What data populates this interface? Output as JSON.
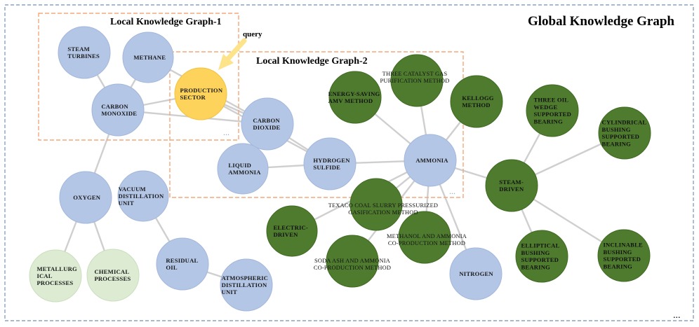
{
  "titles": {
    "global": "Global Knowledge Graph",
    "local1": "Local Knowledge Graph-1",
    "local2": "Local Knowledge Graph-2",
    "query": "query"
  },
  "ellipses": {
    "local1": "...",
    "local2": "...",
    "global": "..."
  },
  "colors": {
    "global_border": "#8aa2c0",
    "local_border": "#f4a97a",
    "edge": "#cfcfcf",
    "node_blue": "#b4c6e6",
    "node_orange": "#fdd35b",
    "node_green_dark": "#4f7b2f",
    "node_green_light": "#dcebd2",
    "query_arrow": "#fde48a"
  },
  "nodes": [
    {
      "id": "steam-turbines",
      "lines": [
        "STEAM",
        "TURBINES"
      ],
      "color": "blue"
    },
    {
      "id": "methane",
      "lines": [
        "METHANE"
      ],
      "color": "blue"
    },
    {
      "id": "carbon-monoxide",
      "lines": [
        "CARBON",
        "MONOXIDE"
      ],
      "color": "blue"
    },
    {
      "id": "production-sector",
      "lines": [
        "PRODUCTION",
        "SECTOR"
      ],
      "color": "orange"
    },
    {
      "id": "carbon-dioxide",
      "lines": [
        "CARBON",
        "DIOXIDE"
      ],
      "color": "blue"
    },
    {
      "id": "liquid-ammonia",
      "lines": [
        "LIQUID",
        "AMMONIA"
      ],
      "color": "blue"
    },
    {
      "id": "hydrogen-sulfide",
      "lines": [
        "HYDROGEN",
        "SULFIDE"
      ],
      "color": "blue"
    },
    {
      "id": "ammonia",
      "lines": [
        "AMMONIA"
      ],
      "color": "blue"
    },
    {
      "id": "oxygen",
      "lines": [
        "OXYGEN"
      ],
      "color": "blue"
    },
    {
      "id": "vacuum-distillation-unit",
      "lines": [
        "VACUUM",
        "DISTILLATION",
        "UNIT"
      ],
      "color": "blue"
    },
    {
      "id": "residual-oil",
      "lines": [
        "RESIDUAL",
        "OIL"
      ],
      "color": "blue"
    },
    {
      "id": "atmospheric-distillation-unit",
      "lines": [
        "ATMOSPHERIC",
        "DISTILLATION",
        "UNIT"
      ],
      "color": "blue"
    },
    {
      "id": "nitrogen",
      "lines": [
        "NITROGEN"
      ],
      "color": "blue"
    },
    {
      "id": "metallurgical-processes",
      "lines": [
        "METALLURG",
        "ICAL",
        "PROCESSES"
      ],
      "color": "light"
    },
    {
      "id": "chemical-processes",
      "lines": [
        "CHEMICAL",
        "PROCESSES"
      ],
      "color": "light"
    },
    {
      "id": "energy-saving-amv",
      "lines": [
        "ENERGY-SAVING",
        "AMV METHOD"
      ],
      "color": "green"
    },
    {
      "id": "three-catalyst",
      "lines": [],
      "color": "green"
    },
    {
      "id": "kellogg",
      "lines": [
        "KELLOGG",
        "METHOD"
      ],
      "color": "green"
    },
    {
      "id": "three-oil-wedge",
      "lines": [
        "THREE OIL",
        "WEDGE",
        "SUPPORTED",
        "BEARING"
      ],
      "color": "green"
    },
    {
      "id": "cylindrical-bushing",
      "lines": [
        "CYLINDRICAL",
        "BUSHING",
        "SUPPORTED",
        "BEARING"
      ],
      "color": "green"
    },
    {
      "id": "steam-driven",
      "lines": [
        "STEAM-",
        "DRIVEN"
      ],
      "color": "green"
    },
    {
      "id": "texaco",
      "lines": [],
      "color": "green"
    },
    {
      "id": "electric-driven",
      "lines": [
        "ELECTRIC-",
        "DRIVEN"
      ],
      "color": "green"
    },
    {
      "id": "methanol-ammonia",
      "lines": [],
      "color": "green"
    },
    {
      "id": "soda-ash",
      "lines": [],
      "color": "green"
    },
    {
      "id": "elliptical-bushing",
      "lines": [
        "ELLIPTICAL",
        "BUSHING",
        "SUPPORTED",
        "BEARING"
      ],
      "color": "green"
    },
    {
      "id": "inclinable-bushing",
      "lines": [
        "INCLINABLE",
        "BUSHING",
        "SUPPORTED",
        "BEARING"
      ],
      "color": "green"
    }
  ],
  "floating_labels": [
    {
      "id": "three-catalyst",
      "lines": [
        "THREE CATALYST GAS",
        "PURIFICATION METHOD"
      ]
    },
    {
      "id": "texaco",
      "lines": [
        "TEXACO COAL SLURRY PRESSURIZED",
        "GASIFICATION METHOD"
      ]
    },
    {
      "id": "methanol-ammonia",
      "lines": [
        "METHANOL AND AMMONIA",
        "CO-PRODUCTION METHOD"
      ]
    },
    {
      "id": "soda-ash",
      "lines": [
        "SODA ASH AND AMMONIA",
        "CO-PRODUCTION METHOD"
      ]
    }
  ],
  "edges": [
    [
      "steam-turbines",
      "carbon-monoxide"
    ],
    [
      "methane",
      "carbon-monoxide"
    ],
    [
      "carbon-monoxide",
      "production-sector"
    ],
    [
      "carbon-monoxide",
      "carbon-dioxide"
    ],
    [
      "methane",
      "carbon-dioxide"
    ],
    [
      "production-sector",
      "carbon-dioxide"
    ],
    [
      "carbon-monoxide",
      "oxygen"
    ],
    [
      "carbon-dioxide",
      "liquid-ammonia"
    ],
    [
      "carbon-dioxide",
      "hydrogen-sulfide"
    ],
    [
      "production-sector",
      "hydrogen-sulfide"
    ],
    [
      "liquid-ammonia",
      "hydrogen-sulfide"
    ],
    [
      "hydrogen-sulfide",
      "ammonia"
    ],
    [
      "oxygen",
      "metallurgical-processes"
    ],
    [
      "oxygen",
      "chemical-processes"
    ],
    [
      "vacuum-distillation-unit",
      "residual-oil"
    ],
    [
      "residual-oil",
      "atmospheric-distillation-unit"
    ],
    [
      "ammonia",
      "energy-saving-amv"
    ],
    [
      "ammonia",
      "three-catalyst"
    ],
    [
      "ammonia",
      "kellogg"
    ],
    [
      "ammonia",
      "texaco"
    ],
    [
      "ammonia",
      "electric-driven"
    ],
    [
      "ammonia",
      "methanol-ammonia"
    ],
    [
      "ammonia",
      "soda-ash"
    ],
    [
      "ammonia",
      "nitrogen"
    ],
    [
      "ammonia",
      "steam-driven"
    ],
    [
      "steam-driven",
      "three-oil-wedge"
    ],
    [
      "steam-driven",
      "cylindrical-bushing"
    ],
    [
      "steam-driven",
      "elliptical-bushing"
    ],
    [
      "steam-driven",
      "inclinable-bushing"
    ]
  ]
}
